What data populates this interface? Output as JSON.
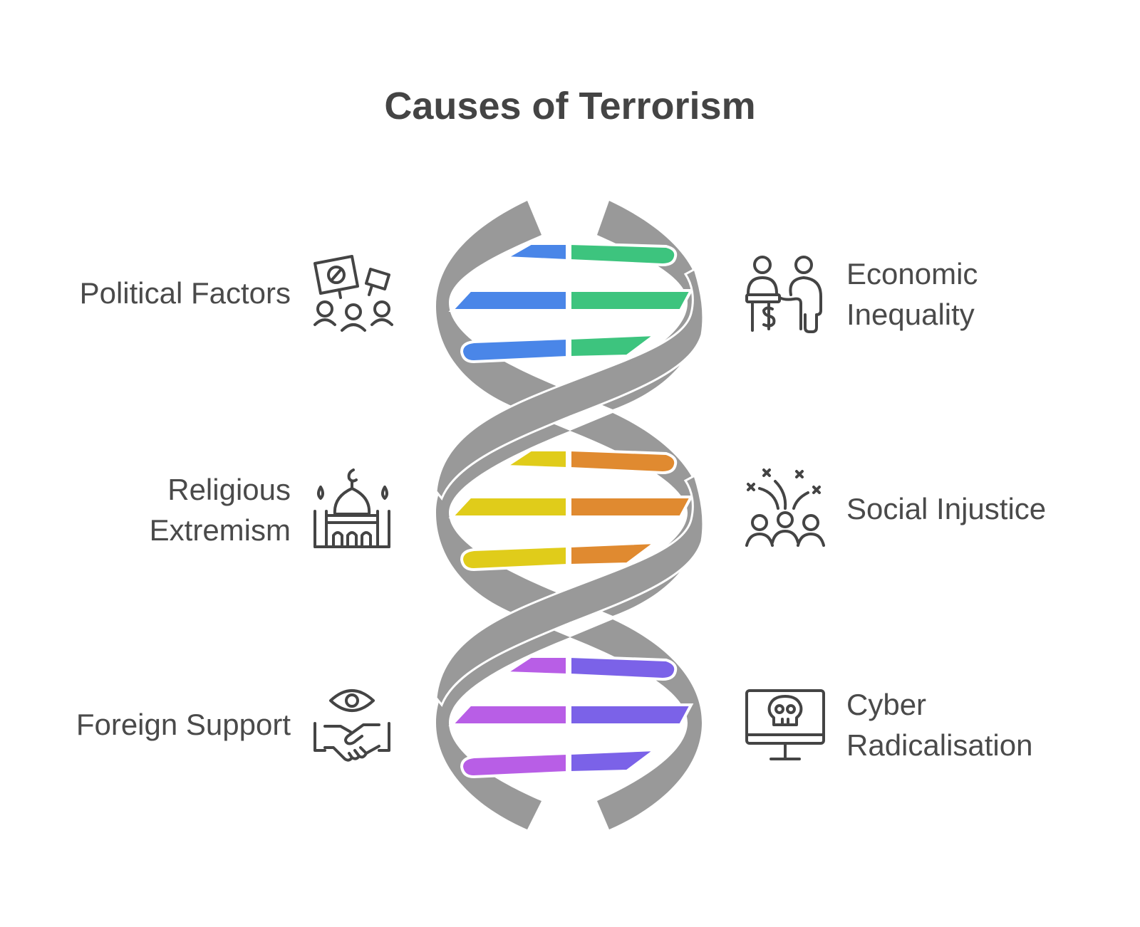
{
  "title": "Causes of Terrorism",
  "causes": [
    {
      "side": "left",
      "lines": [
        "Political Factors"
      ],
      "icon": "protest-sign-crowd-icon",
      "colors": [
        "#4a86e8",
        "#3dc47e"
      ]
    },
    {
      "side": "right",
      "lines": [
        "Economic",
        "Inequality"
      ],
      "icon": "people-money-icon",
      "colors": [
        "#4a86e8",
        "#3dc47e"
      ]
    },
    {
      "side": "left",
      "lines": [
        "Religious",
        "Extremism"
      ],
      "icon": "mosque-icon",
      "colors": [
        "#e0cc1a",
        "#e08a30"
      ]
    },
    {
      "side": "right",
      "lines": [
        "Social Injustice"
      ],
      "icon": "crowd-conflict-icon",
      "colors": [
        "#e0cc1a",
        "#e08a30"
      ]
    },
    {
      "side": "left",
      "lines": [
        "Foreign Support"
      ],
      "icon": "eye-handshake-icon",
      "colors": [
        "#b85ee6",
        "#7b62e8"
      ]
    },
    {
      "side": "right",
      "lines": [
        "Cyber",
        "Radicalisation"
      ],
      "icon": "monitor-skull-icon",
      "colors": [
        "#b85ee6",
        "#7b62e8"
      ]
    }
  ],
  "colors": {
    "helix": "#999999",
    "text": "#4a4a4a",
    "icon_stroke": "#444444"
  }
}
